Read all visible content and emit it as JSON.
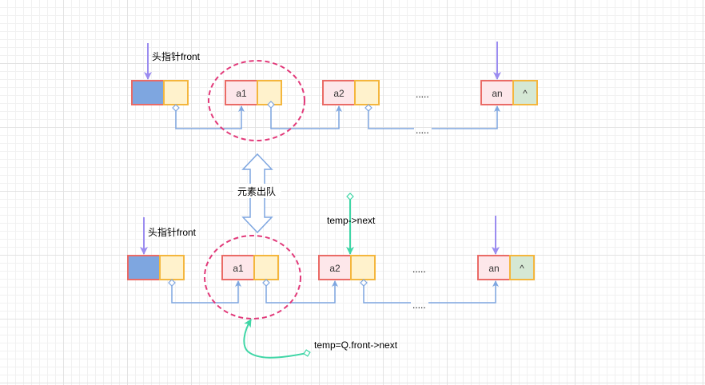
{
  "colors": {
    "head_node": "#7ea6e0",
    "head_node_border": "#ea6b66",
    "data_cell": "#fde7ea",
    "data_border": "#ea6b66",
    "pointer_cell": "#fff2cc",
    "pointer_border": "#f4b63d",
    "null_cell": "#d5e8d4",
    "link_line": "#7ea6e0",
    "head_arrow": "#9b8cf0",
    "temp_arrow": "#3fd6a6",
    "dashed_circle": "#e23a7a"
  },
  "top": {
    "head_label": "头指针front",
    "nodes": [
      "a1",
      "a2",
      "an"
    ],
    "ellipsis_top": ".....",
    "ellipsis_bottom": ".....",
    "null_symbol": "^"
  },
  "transition_label": "元素出队",
  "bottom": {
    "head_label": "头指针front",
    "temp_next_label": "temp->next",
    "nodes": [
      "a1",
      "a2",
      "an"
    ],
    "ellipsis_top": ".....",
    "ellipsis_bottom": ".....",
    "null_symbol": "^",
    "temp_label": "temp=Q.front->next"
  }
}
